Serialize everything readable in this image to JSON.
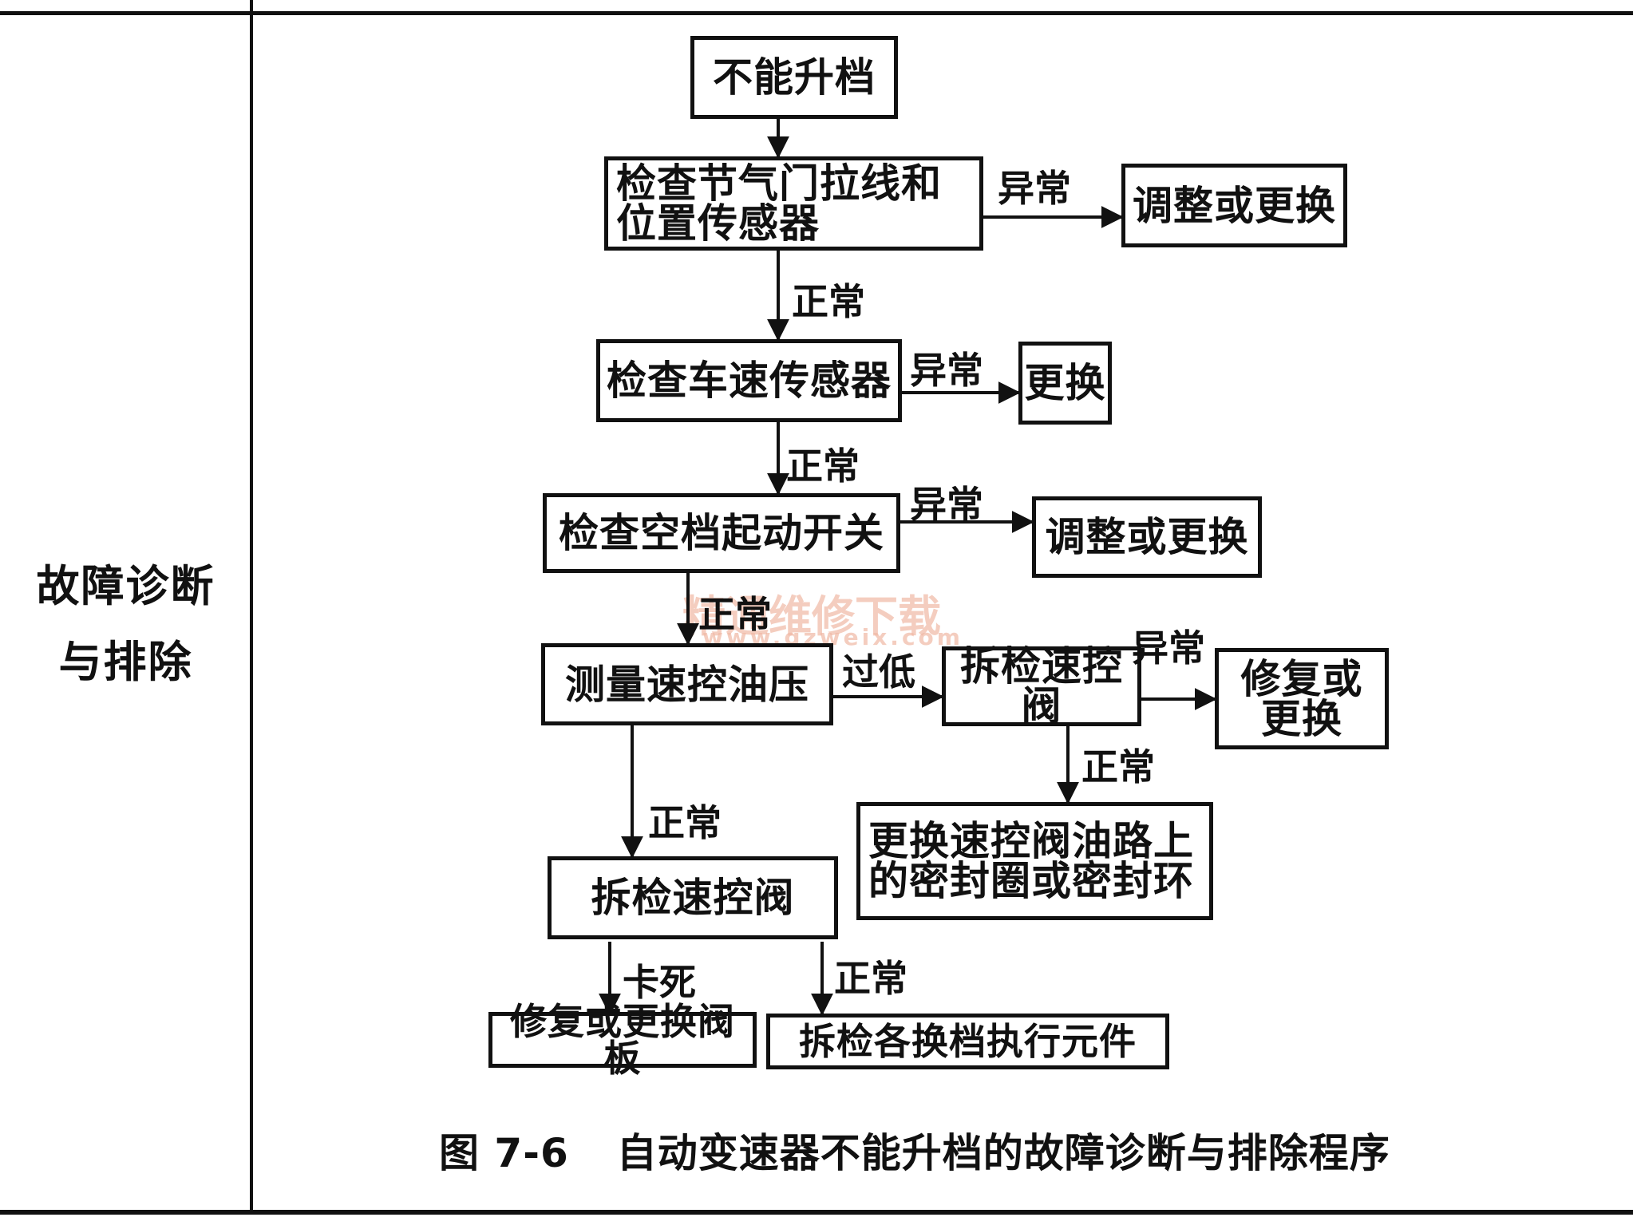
{
  "row_label": [
    "故障诊断",
    "与排除"
  ],
  "nodes": {
    "start": "不能升档",
    "check_throttle": "检查节气门拉线和\n位置传感器",
    "adjust_replace_1": "调整或更换",
    "check_speed_sensor": "检查车速传感器",
    "replace": "更换",
    "check_neutral_switch": "检查空档起动开关",
    "adjust_replace_2": "调整或更换",
    "measure_governor_pressure": "测量速控油压",
    "inspect_governor_valve_1": "拆检速控阀",
    "repair_or_replace": "修复或\n更换",
    "replace_seals": "更换速控阀油路上\n的密封圈或密封环",
    "inspect_governor_valve_2": "拆检速控阀",
    "repair_valve_plate": "修复或更换阀板",
    "inspect_shift_elements": "拆检各换档执行元件"
  },
  "edge_labels": {
    "abnormal_1": "异常",
    "normal_1": "正常",
    "abnormal_2": "异常",
    "normal_2": "正常",
    "abnormal_3": "异常",
    "normal_3": "正常",
    "too_low": "过低",
    "abnormal_4": "异常",
    "normal_4": "正常",
    "normal_5": "正常",
    "stuck": "卡死",
    "normal_6": "正常"
  },
  "caption": {
    "figure_number": "图 7-6",
    "title": "自动变速器不能升档的故障诊断与排除程序"
  },
  "watermark": {
    "text": "精通维修下载",
    "url": "www.gzweix.com"
  }
}
